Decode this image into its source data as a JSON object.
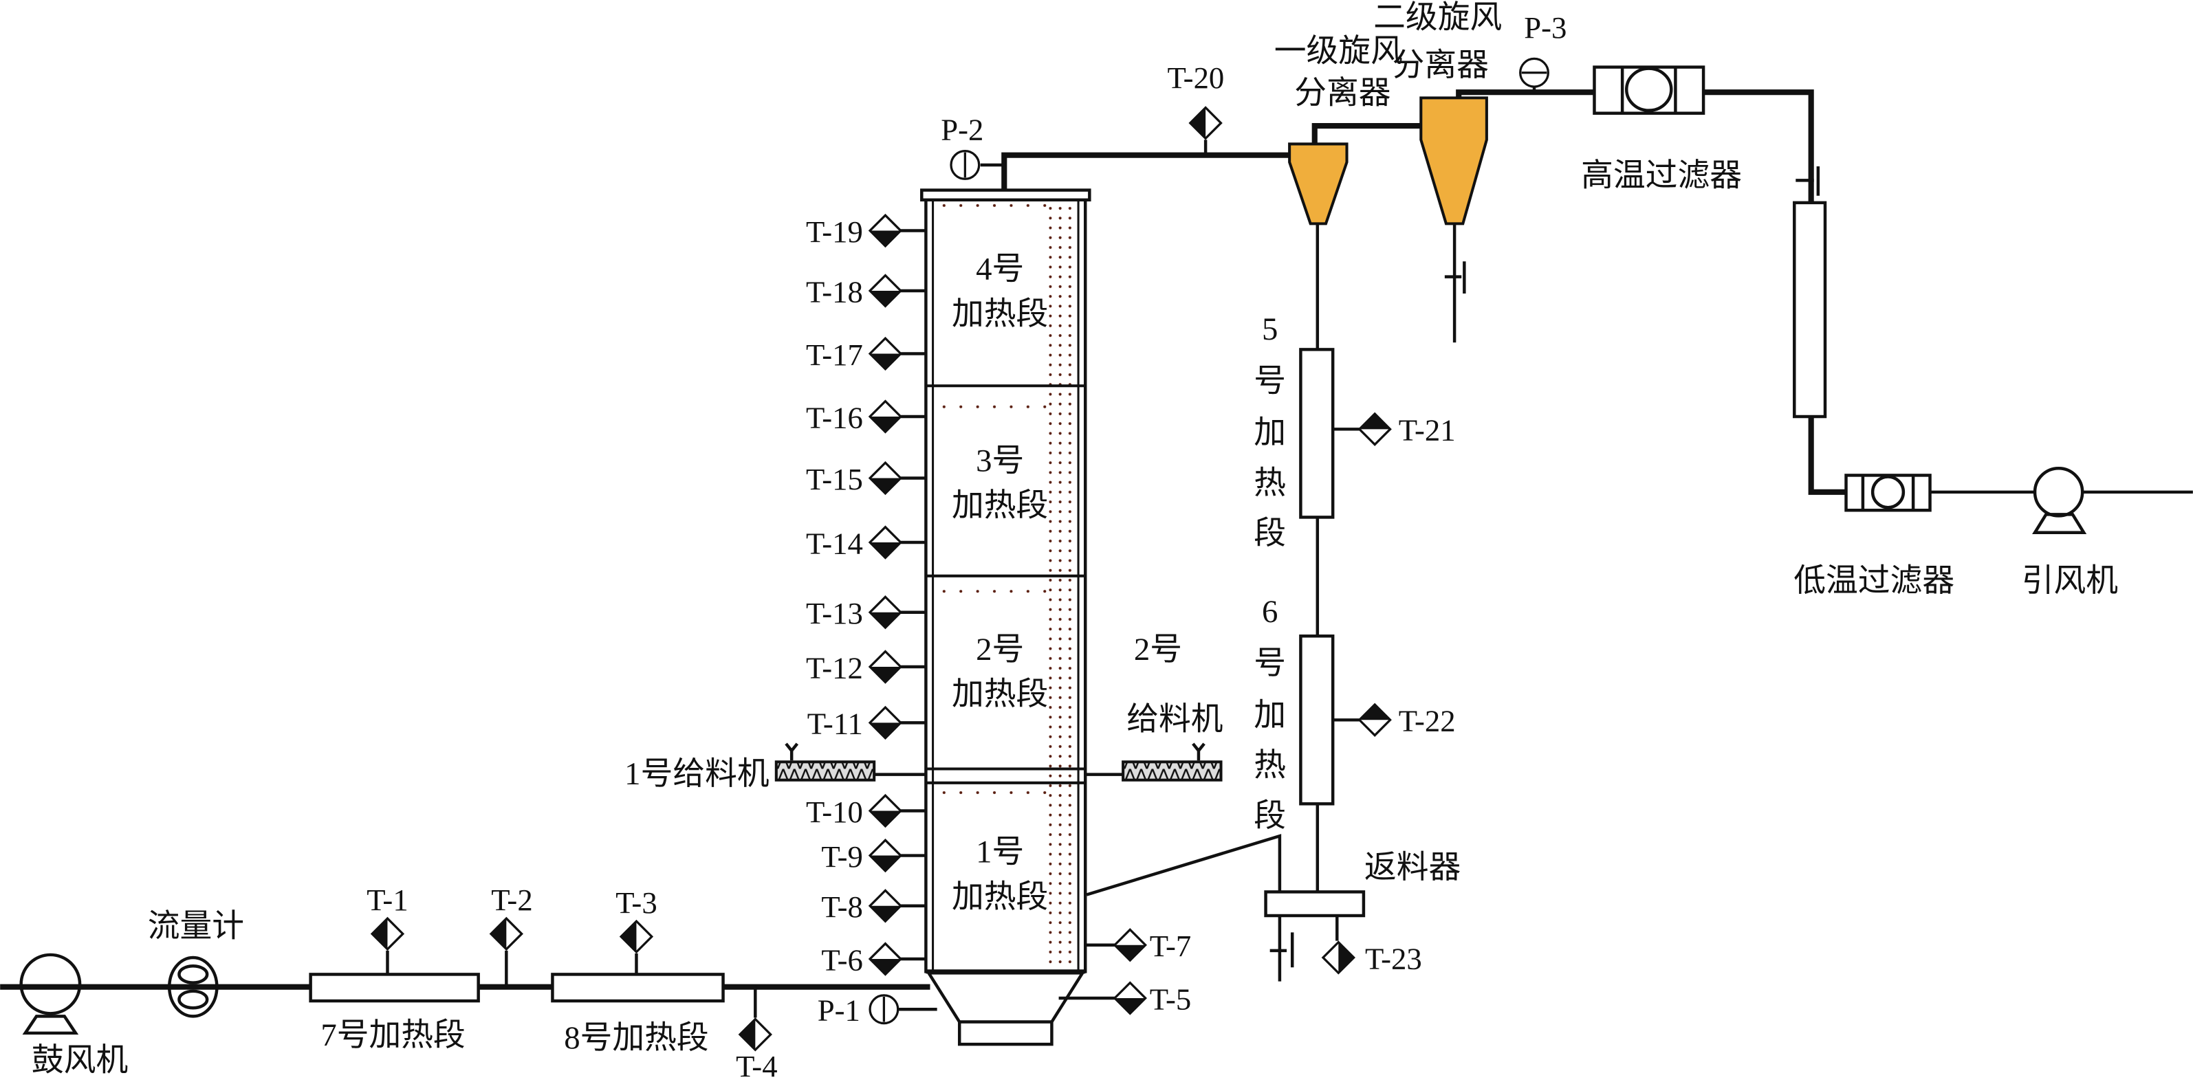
{
  "title_labels": {
    "blower": "鼓风机",
    "flowmeter": "流量计",
    "heater7": "7号加热段",
    "heater8": "8号加热段",
    "section4": [
      "4号",
      "加热段"
    ],
    "section3": [
      "3号",
      "加热段"
    ],
    "section2": [
      "2号",
      "加热段"
    ],
    "section1": [
      "1号",
      "加热段"
    ],
    "feeder1": "1号给料机",
    "feeder2": [
      "2号",
      "给料机"
    ],
    "cyclone1": [
      "一级旋风",
      "分离器"
    ],
    "cyclone2": [
      "二级旋风",
      "分离器"
    ],
    "hot_filter": "高温过滤器",
    "cold_filter": "低温过滤器",
    "induced_fan": "引风机",
    "heater5": [
      "5",
      "号",
      "加",
      "热",
      "段"
    ],
    "heater6": [
      "6",
      "号",
      "加",
      "热",
      "段"
    ],
    "return_feeder": "返料器"
  },
  "pressure_sensors": [
    "P-1",
    "P-2",
    "P-3"
  ],
  "temperature_sensors": [
    "T-1",
    "T-2",
    "T-3",
    "T-4",
    "T-5",
    "T-6",
    "T-7",
    "T-8",
    "T-9",
    "T-10",
    "T-11",
    "T-12",
    "T-13",
    "T-14",
    "T-15",
    "T-16",
    "T-17",
    "T-18",
    "T-19",
    "T-20",
    "T-21",
    "T-22",
    "T-23"
  ],
  "colors": {
    "cyclone_fill": "#f0ae3c",
    "stipple": "#5a1e10",
    "line": "#111111"
  }
}
